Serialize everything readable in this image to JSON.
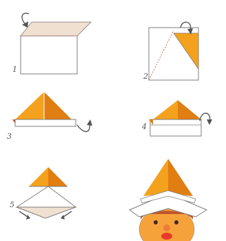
{
  "steps": [
    {
      "label": "1"
    },
    {
      "label": "2"
    },
    {
      "label": "3"
    },
    {
      "label": "4"
    },
    {
      "label": "5"
    }
  ],
  "colors": {
    "paper_back": "#efe0d0",
    "paper_front": "#ffffff",
    "orange": "#f4a21d",
    "orange_dark": "#e07e12",
    "outline": "#7d7d7d",
    "arrow": "#555555",
    "skin": "#f6a23a",
    "cheek": "#f07a3a",
    "hair": "#c0562a",
    "mouth": "#e83a2a"
  },
  "icons": [
    "fold-arrow-icon",
    "push-arrow-icon"
  ]
}
